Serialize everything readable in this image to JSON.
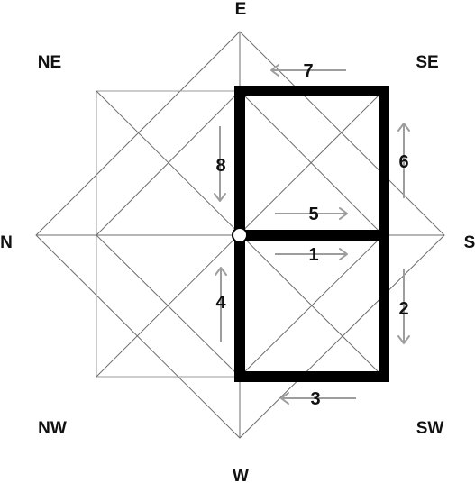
{
  "directions": {
    "e": "E",
    "w": "W",
    "n": "N",
    "s": "S",
    "ne": "NE",
    "se": "SE",
    "nw": "NW",
    "sw": "SW"
  },
  "steps": [
    "1",
    "2",
    "3",
    "4",
    "5",
    "6",
    "7",
    "8"
  ],
  "colors": {
    "path": "#000000",
    "arrow": "#9d9d9d",
    "grid": "#6e6e6e"
  }
}
